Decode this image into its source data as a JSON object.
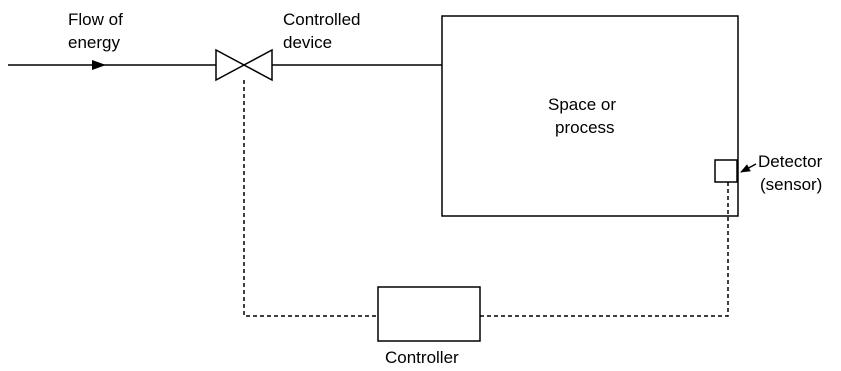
{
  "labels": {
    "flow_line1": "Flow of",
    "flow_line2": "energy",
    "device_line1": "Controlled",
    "device_line2": "device",
    "space_line1": "Space or",
    "space_line2": "process",
    "detector_line1": "Detector",
    "detector_line2": "(sensor)",
    "controller": "Controller"
  }
}
